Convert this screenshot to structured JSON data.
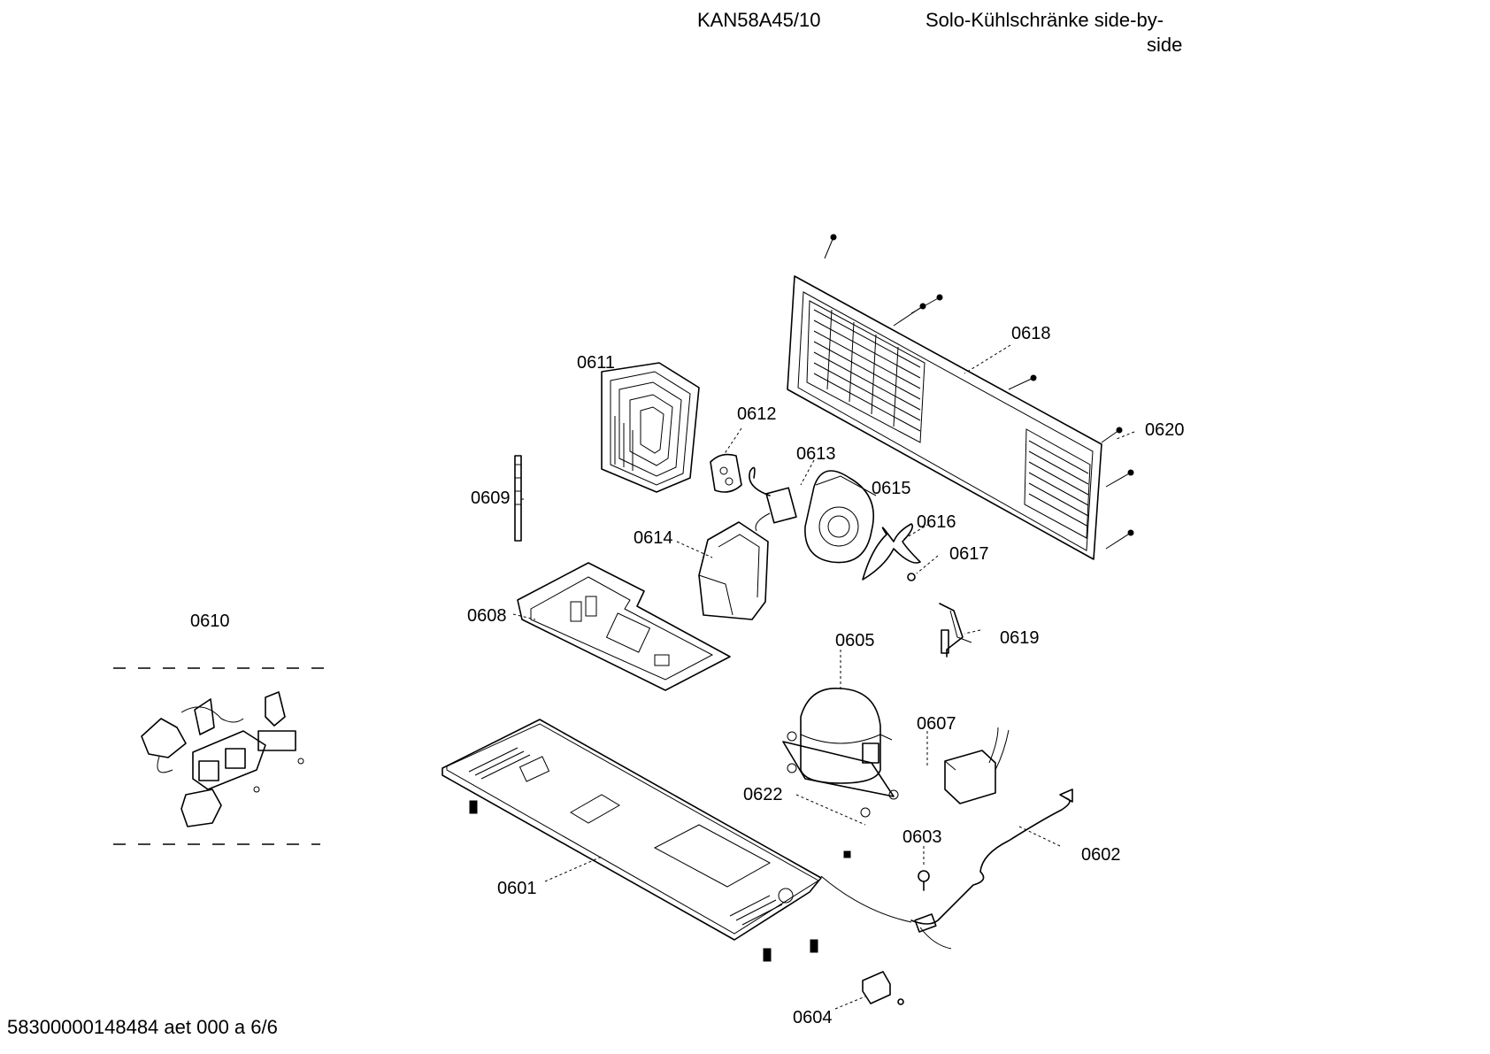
{
  "header": {
    "model": "KAN58A45/10",
    "title_line1": "Solo-Kühlschränke side-by-",
    "title_line2": "side"
  },
  "footer": {
    "doc_code": "58300000148484 aet 000 a 6/6"
  },
  "parts": [
    {
      "id": "p0601",
      "label": "0601"
    },
    {
      "id": "p0602",
      "label": "0602"
    },
    {
      "id": "p0603",
      "label": "0603"
    },
    {
      "id": "p0604",
      "label": "0604"
    },
    {
      "id": "p0605",
      "label": "0605"
    },
    {
      "id": "p0607",
      "label": "0607"
    },
    {
      "id": "p0608",
      "label": "0608"
    },
    {
      "id": "p0609",
      "label": "0609"
    },
    {
      "id": "p0610",
      "label": "0610"
    },
    {
      "id": "p0611",
      "label": "0611"
    },
    {
      "id": "p0612",
      "label": "0612"
    },
    {
      "id": "p0613",
      "label": "0613"
    },
    {
      "id": "p0614",
      "label": "0614"
    },
    {
      "id": "p0615",
      "label": "0615"
    },
    {
      "id": "p0616",
      "label": "0616"
    },
    {
      "id": "p0617",
      "label": "0617"
    },
    {
      "id": "p0618",
      "label": "0618"
    },
    {
      "id": "p0619",
      "label": "0619"
    },
    {
      "id": "p0620",
      "label": "0620"
    },
    {
      "id": "p0622",
      "label": "0622"
    }
  ]
}
